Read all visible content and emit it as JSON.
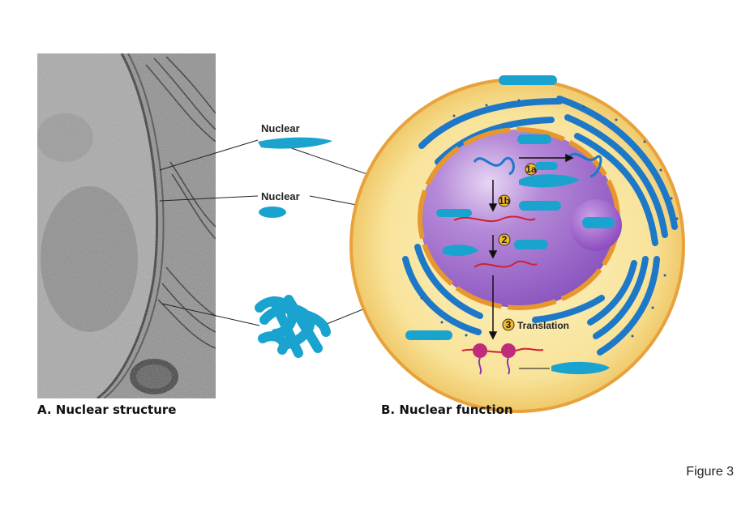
{
  "panel_a": {
    "label_1": "Nuclear",
    "label_2": "Nuclear",
    "caption": "A. Nuclear structure"
  },
  "panel_b": {
    "step_1a": "1a",
    "step_1b": "1b",
    "step_2": "2",
    "step_3": "3",
    "translation_label": "Translation",
    "caption": "B. Nuclear function"
  },
  "figure_label": "Figure 3",
  "colors": {
    "redaction": "#1aa3cf",
    "er": "#1e78c8",
    "cytoplasm": "#f8e39a",
    "nucleus": "#9a63c9",
    "envelope": "#e8972e",
    "mrna": "#d21f32"
  }
}
